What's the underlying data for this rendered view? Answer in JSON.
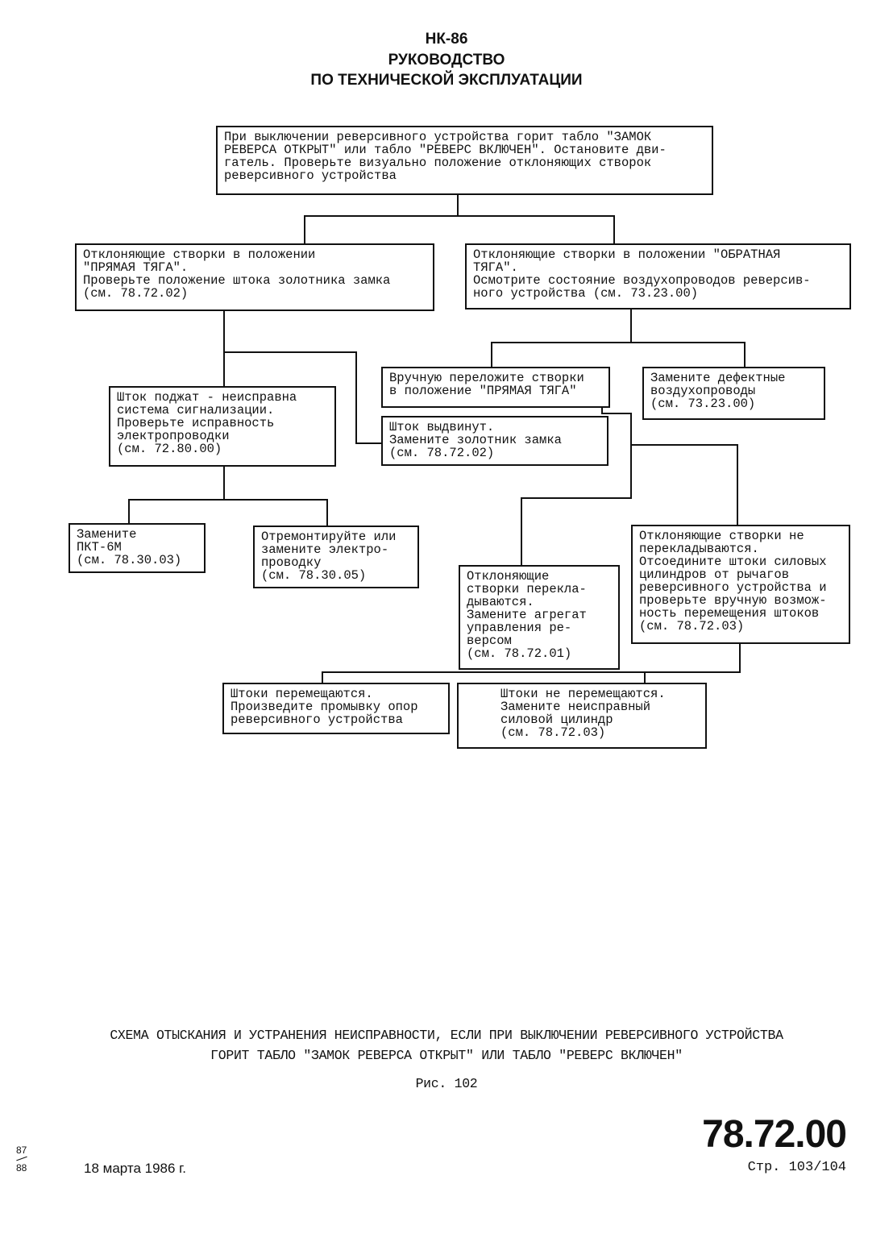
{
  "header": {
    "model": "НК-86",
    "title1": "РУКОВОДСТВО",
    "title2": "ПО ТЕХНИЧЕСКОЙ ЭКСПЛУАТАЦИИ"
  },
  "boxes": {
    "b1": "При выключении реверсивного устройства горит табло \"ЗАМОК\nРЕВЕРСА ОТКРЫТ\" или табло \"РЕВЕРС ВКЛЮЧЕН\". Остановите дви-\nгатель. Проверьте визуально положение отклоняющих створок\nреверсивного устройства",
    "b2": "Отклоняющие створки в положении\n\"ПРЯМАЯ ТЯГА\".\nПроверьте положение штока золотника замка\n(см. 78.72.02)",
    "b3": "Отклоняющие створки в положении \"ОБРАТНАЯ\nТЯГА\".\nОсмотрите состояние воздухопроводов реверсив-\nного устройства (см. 73.23.00)",
    "b4": "Вручную переложите створки\nв положение \"ПРЯМАЯ ТЯГА\"",
    "b5": "Замените дефектные\nвоздухопроводы\n(см. 73.23.00)",
    "b6": "Шток поджат - неисправна\nсистема сигнализации.\nПроверьте исправность\nэлектропроводки\n(см. 72.80.00)",
    "b7": "Шток выдвинут.\nЗамените золотник замка\n(см. 78.72.02)",
    "b8": "Замените\nПКТ-6М\n(см. 78.30.03)",
    "b9": "Отремонтируйте или\nзамените электро-\nпроводку\n(см. 78.30.05)",
    "b10": "Отклоняющие створки не\nперекладываются.\nОтсоедините штоки силовых\nцилиндров от рычагов\nреверсивного устройства и\nпроверьте вручную возмож-\nность перемещения штоков\n(см. 78.72.03)",
    "b11": "Отклоняющие\nстворки перекла-\nдываются.\nЗамените агрегат\nуправления ре-\nверсом\n(см. 78.72.01)",
    "b12": "Штоки перемещаются.\nПроизведите промывку опор\nреверсивного устройства",
    "b13": "Штоки не перемещаются.\nЗамените неисправный\nсиловой цилиндр\n(см. 78.72.03)"
  },
  "caption": {
    "line1": "СХЕМА ОТЫСКАНИЯ И УСТРАНЕНИЯ НЕИСПРАВНОСТИ, ЕСЛИ ПРИ ВЫКЛЮЧЕНИИ РЕВЕРСИВНОГО УСТРОЙСТВА",
    "line2": "ГОРИТ ТАБЛО \"ЗАМОК РЕВЕРСА ОТКРЫТ\" ИЛИ ТАБЛО \"РЕВЕРС ВКЛЮЧЕН\"",
    "figure": "Рис. 102"
  },
  "footer": {
    "section": "78.72.00",
    "margin_top": "87",
    "margin_bottom": "88",
    "date": "18 марта 1986 г.",
    "page": "Стр. 103/104"
  }
}
